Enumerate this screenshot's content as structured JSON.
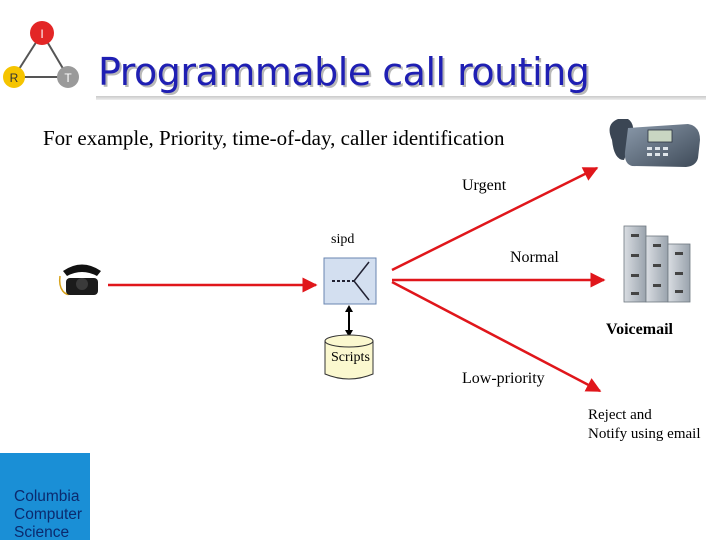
{
  "logo": {
    "letters": [
      "I",
      "R",
      "T"
    ]
  },
  "title": "Programmable call routing",
  "subtitle": "For example, Priority, time-of-day, caller identification",
  "server_label": "sipd",
  "scripts_label": "Scripts",
  "routes": {
    "urgent": "Urgent",
    "normal": "Normal",
    "voicemail": "Voicemail",
    "low_priority": "Low-priority",
    "reject_line1": "Reject and",
    "reject_line2": "Notify using email"
  },
  "columbia": {
    "line1": "Columbia",
    "line2": "Computer",
    "line3": "Science"
  },
  "colors": {
    "title": "#1f1fb3",
    "arrow": "#e0161b",
    "logo_red": "#e32626",
    "logo_yellow": "#f5c400",
    "logo_gray": "#9a9a9a",
    "columbia_blue": "#1a8fd6"
  }
}
